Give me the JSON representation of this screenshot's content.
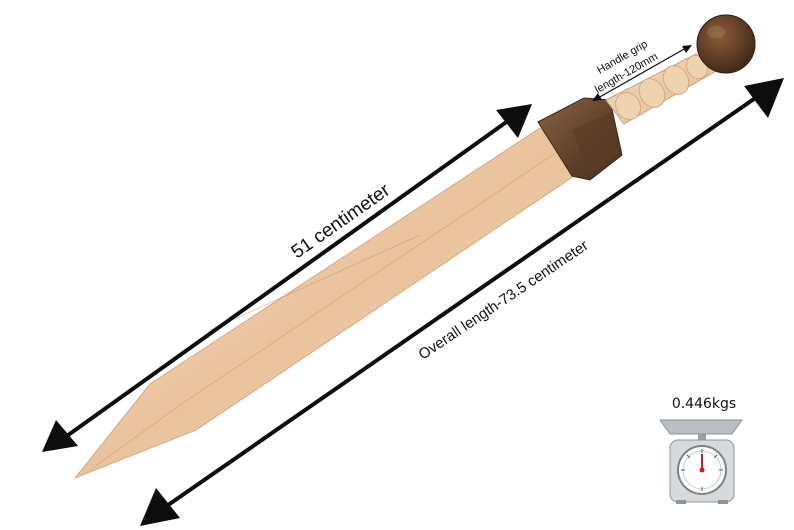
{
  "labels": {
    "blade_length": "51 centimeter",
    "overall_length": "Overall length-73.5 centimeter",
    "grip_line1": "Handle grip",
    "grip_line2": "length-120mm",
    "weight": "0.446kgs"
  },
  "colors": {
    "blade_light": "#f1d3b4",
    "blade_mid": "#e3b48d",
    "guard": "#6b4a32",
    "grip": "#eccda8",
    "pommel": "#5a3a24",
    "arrow": "#0d0d0d"
  },
  "icons": [
    "sword-illustration",
    "double-arrow",
    "weighing-scale-icon"
  ]
}
